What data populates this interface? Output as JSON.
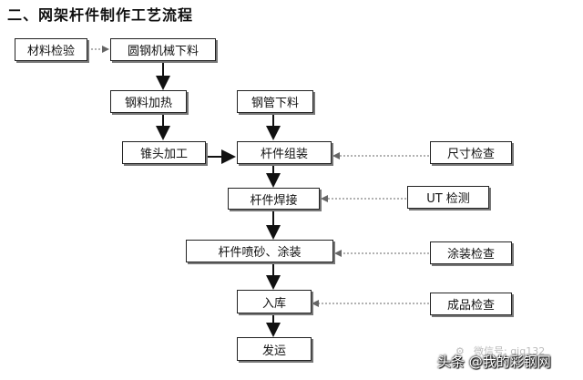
{
  "title": "二、网架杆件制作工艺流程",
  "nodes": {
    "material_check": "材料检验",
    "round_steel_cut": "圆钢机械下料",
    "steel_heating": "钢料加热",
    "tube_cut": "钢管下料",
    "cone_head_processing": "锥头加工",
    "rod_assembly": "杆件组装",
    "size_check": "尺寸检查",
    "rod_welding": "杆件焊接",
    "ut_test": "UT 检测",
    "blast_coat": "杆件喷砂、涂装",
    "coating_check": "涂装检查",
    "warehousing": "入库",
    "product_check": "成品检查",
    "shipping": "发运"
  },
  "watermark": {
    "faint_line": "微信号: qjg132",
    "main_line": "头条 @我的彩钢网"
  }
}
